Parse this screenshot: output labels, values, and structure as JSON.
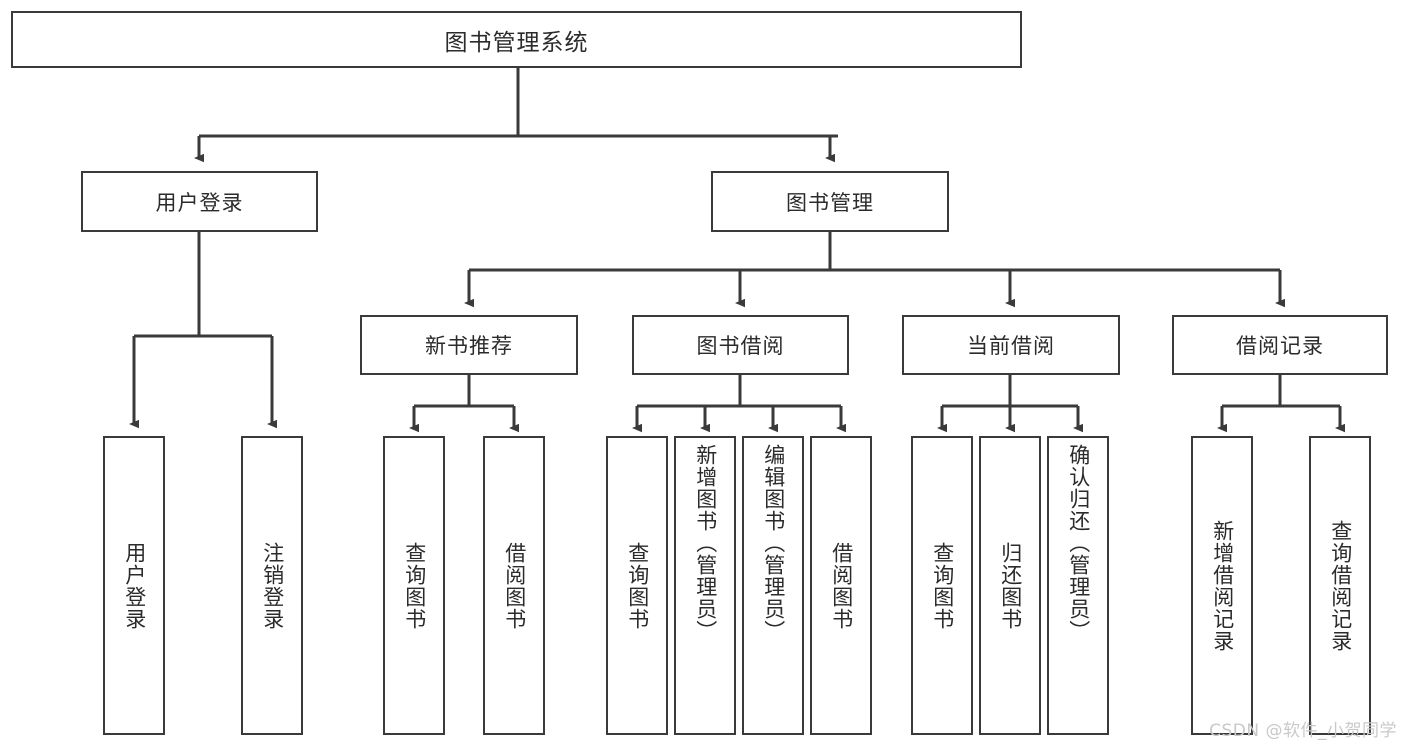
{
  "diagram": {
    "type": "tree",
    "title": "图书管理系统",
    "root": {
      "label": "图书管理系统"
    },
    "level2": [
      {
        "label": "用户登录"
      },
      {
        "label": "图书管理"
      }
    ],
    "level3": [
      {
        "label": "新书推荐"
      },
      {
        "label": "图书借阅"
      },
      {
        "label": "当前借阅"
      },
      {
        "label": "借阅记录"
      }
    ],
    "leaves": {
      "user_login": [
        {
          "label": "用户登录"
        },
        {
          "label": "注销登录"
        }
      ],
      "new_book_recommend": [
        {
          "label": "查询图书"
        },
        {
          "label": "借阅图书"
        }
      ],
      "book_borrow": [
        {
          "label": "查询图书"
        },
        {
          "label": "新增图书（管理员）"
        },
        {
          "label": "编辑图书（管理员）"
        },
        {
          "label": "借阅图书"
        }
      ],
      "current_borrow": [
        {
          "label": "查询图书"
        },
        {
          "label": "归还图书"
        },
        {
          "label": "确认归还（管理员）"
        }
      ],
      "borrow_record": [
        {
          "label": "新增借阅记录"
        },
        {
          "label": "查询借阅记录"
        }
      ]
    },
    "colors": {
      "box_border": "#3a3a3a",
      "box_fill": "#ffffff",
      "connector": "#3a3a3a",
      "text": "#2b2b2b",
      "watermark": "#c9c9c9"
    }
  },
  "watermark": {
    "text": "CSDN @软件_小贺同学"
  }
}
